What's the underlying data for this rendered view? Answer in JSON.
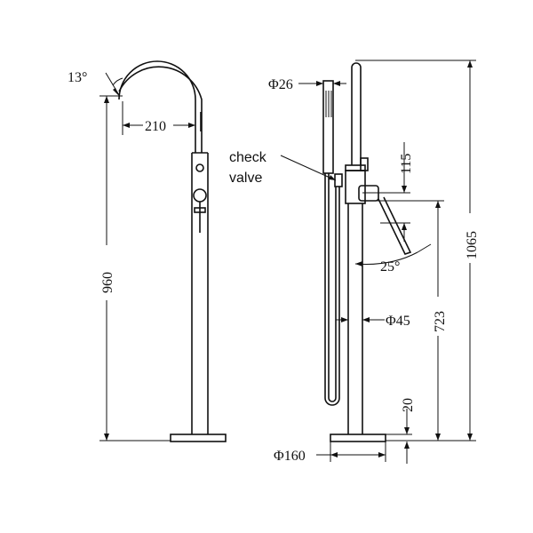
{
  "left_view": {
    "angle_label": "13°",
    "spout_reach_label": "210",
    "height_label": "960"
  },
  "right_view": {
    "handshower_diameter_label": "Φ26",
    "check_valve_line1": "check",
    "check_valve_line2": "valve",
    "handle_offset_label": "115",
    "handle_angle_label": "25°",
    "body_diameter_label": "Φ45",
    "handle_height_label": "723",
    "total_height_label": "1065",
    "base_thickness_label": "20",
    "base_diameter_label": "Φ160"
  }
}
